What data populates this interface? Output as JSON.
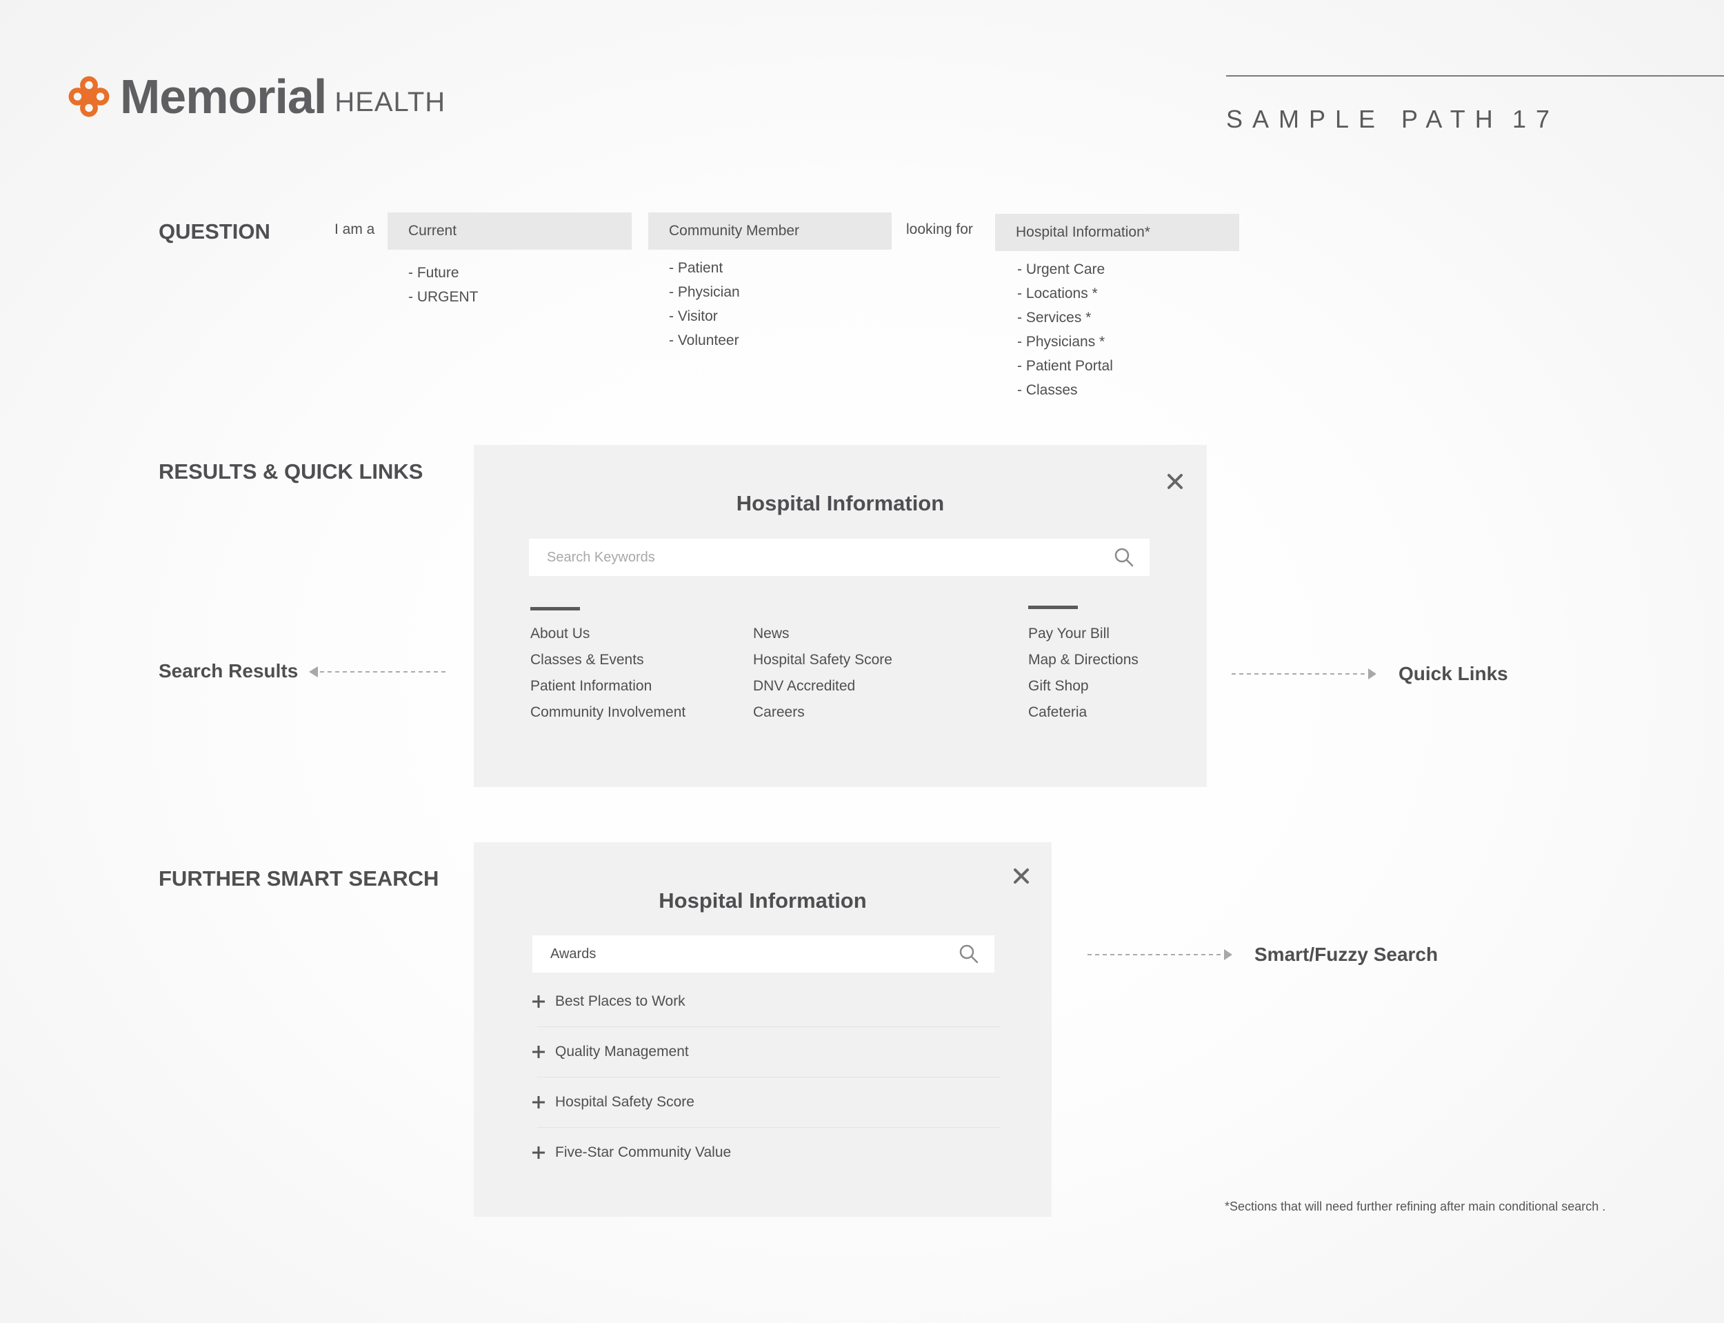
{
  "brand": {
    "name_main": "Memorial",
    "name_sub": "HEALTH",
    "accent_color": "#e8702a",
    "logo_icon": "cross-flower-icon"
  },
  "header": {
    "sample_path_label": "SAMPLE PATH",
    "page_number": "17"
  },
  "question": {
    "title": "QUESTION",
    "prefix": "I am a",
    "connector": "looking for",
    "field1": {
      "value": "Current",
      "options": [
        "- Future",
        "- URGENT"
      ]
    },
    "field2": {
      "value": "Community Member",
      "options": [
        "- Patient",
        "- Physician",
        "- Visitor",
        "- Volunteer"
      ]
    },
    "field3": {
      "value": "Hospital Information*",
      "options": [
        "- Urgent Care",
        "- Locations *",
        "- Services *",
        "- Physicians *",
        "- Patient Portal",
        "- Classes"
      ]
    }
  },
  "results": {
    "title": "RESULTS & QUICK LINKS",
    "left_label": "Search Results",
    "right_label": "Quick Links",
    "panel": {
      "title": "Hospital Information",
      "search_placeholder": "Search Keywords",
      "col1": [
        "About Us",
        "Classes & Events",
        "Patient Information",
        "Community Involvement"
      ],
      "col2": [
        "News",
        "Hospital Safety Score",
        "DNV Accredited",
        "Careers"
      ],
      "col3": [
        "Pay Your Bill",
        "Map & Directions",
        "Gift Shop",
        "Cafeteria"
      ]
    }
  },
  "further": {
    "title": "FURTHER SMART SEARCH",
    "right_label": "Smart/Fuzzy  Search",
    "panel": {
      "title": "Hospital Information",
      "search_value": "Awards",
      "items": [
        "Best Places to Work",
        "Quality Management",
        "Hospital Safety Score",
        "Five-Star Community Value"
      ]
    }
  },
  "footnote": "*Sections that will need further refining after main conditional search ."
}
